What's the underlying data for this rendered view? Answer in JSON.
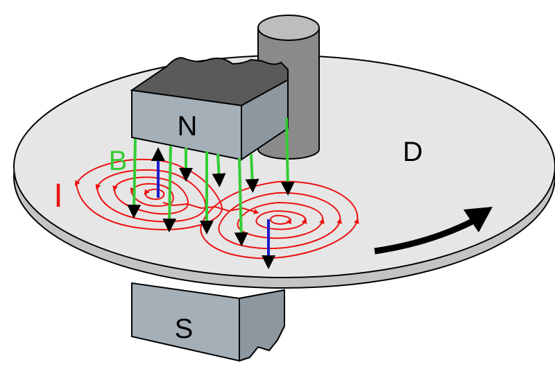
{
  "labels": {
    "north_pole": "N",
    "south_pole": "S",
    "disc": "D",
    "field": "B",
    "current": "I"
  },
  "colors": {
    "disc_top": "#e6e6e6",
    "disc_edge": "#c4c4c4",
    "magnet_face": "#a4afb8",
    "magnet_top": "#5a5a5a",
    "shaft": "#8a8a8a",
    "field_line": "#33cc33",
    "eddy_current": "#ee1111",
    "field_direction": "#1a1acc",
    "rotation_arrow": "#000000"
  },
  "icons": {
    "rotation": "curved-arrow-icon"
  }
}
